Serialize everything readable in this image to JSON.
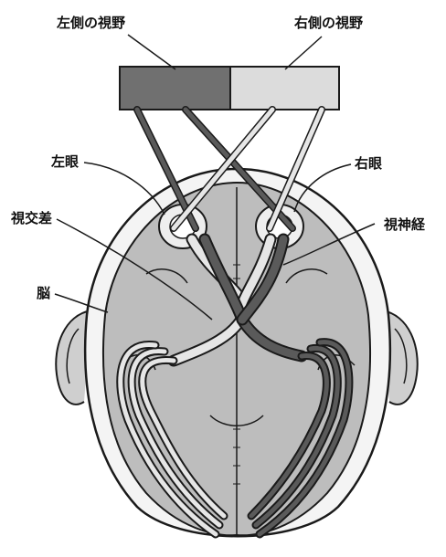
{
  "labels": {
    "left_visual_field": "左側の視野",
    "right_visual_field": "右側の視野",
    "left_eye": "左眼",
    "right_eye": "右眼",
    "optic_chiasm": "視交差",
    "optic_nerve": "視神経",
    "brain": "脳"
  },
  "colors": {
    "left_field": "#707070",
    "right_field": "#dcdcdc",
    "brain_fill": "#bdbdbd",
    "dark_pathway": "#5a5a5a",
    "light_pathway": "#e6e6e6",
    "outline": "#1a1a1a"
  }
}
